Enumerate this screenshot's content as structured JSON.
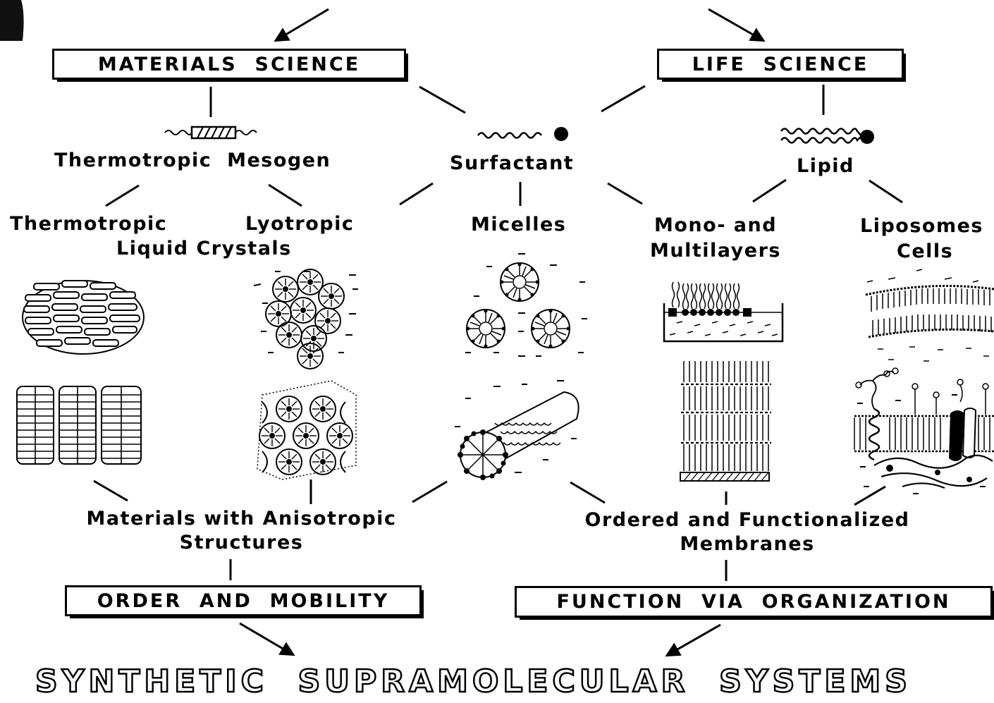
{
  "boxes": {
    "materials_science": "MATERIALS  SCIENCE",
    "life_science": "LIFE  SCIENCE",
    "order_and_mobility": "ORDER  AND  MOBILITY",
    "function_via_organization": "FUNCTION  VIA  ORGANIZATION"
  },
  "molecules": {
    "thermotropic_mesogen": "Thermotropic  Mesogen",
    "surfactant": "Surfactant",
    "lipid": "Lipid"
  },
  "phases": {
    "thermotropic": "Thermotropic",
    "lyotropic": "Lyotropic",
    "liquid_crystals": "Liquid Crystals",
    "micelles": "Micelles",
    "mono_and": "Mono- and",
    "multilayers": "Multilayers",
    "liposomes": "Liposomes",
    "cells": "Cells"
  },
  "outcomes": {
    "anisotropic_line1": "Materials with Anisotropic",
    "anisotropic_line2": "Structures",
    "membranes_line1": "Ordered and Functionalized",
    "membranes_line2": "Membranes"
  },
  "title": "SYNTHETIC  SUPRAMOLECULAR  SYSTEMS",
  "icons": [
    "mesogen-icon",
    "surfactant-icon",
    "lipid-icon",
    "thermotropic-phase-icon",
    "columnar-phase-icon",
    "lyotropic-micellar-phase-icon",
    "hexagonal-phase-icon",
    "spherical-micelles-icon",
    "cylindrical-micelle-icon",
    "monolayer-icon",
    "multilayer-icon",
    "liposome-bilayer-icon",
    "cell-membrane-icon"
  ],
  "colors": {
    "ink": "#000000",
    "paper": "#ffffff"
  }
}
